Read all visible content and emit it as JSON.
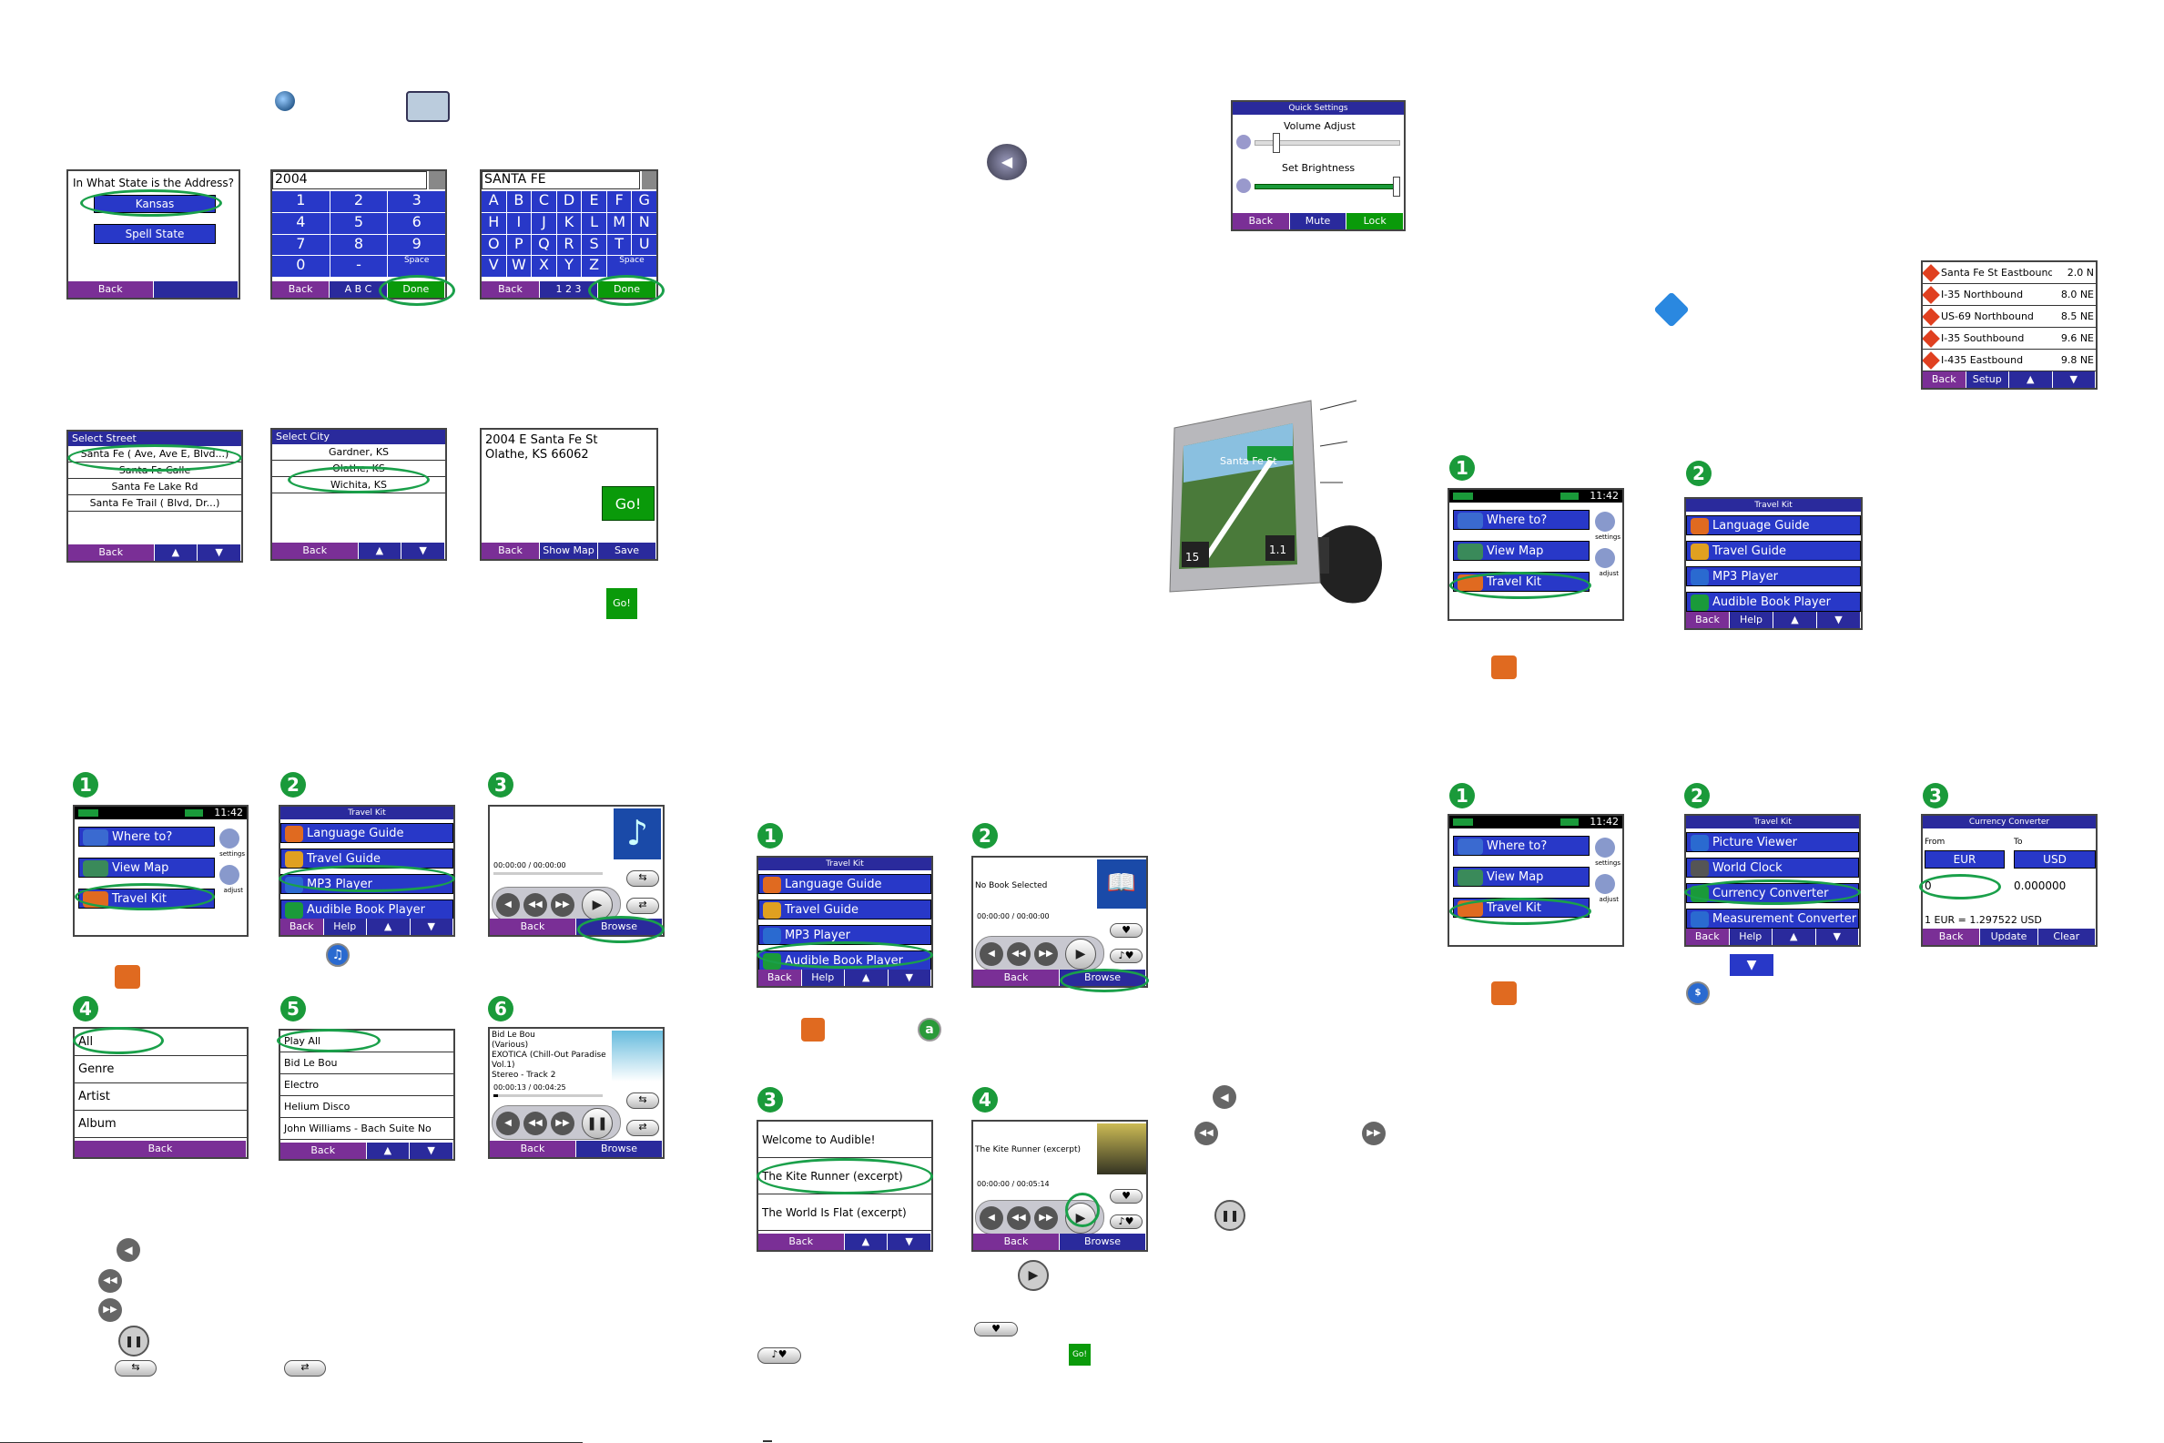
{
  "colors": {
    "blue_btn": "#2838c8",
    "purple": "#7a2f96",
    "green": "#0a9a0a",
    "oval": "#1aa04a"
  },
  "state": {
    "question": "In What State is the Address?",
    "sel": "Kansas",
    "spell": "Spell State",
    "back": "Back"
  },
  "numkb": {
    "value": "2004",
    "keys": [
      "1",
      "2",
      "3",
      "4",
      "5",
      "6",
      "7",
      "8",
      "9",
      "0",
      "-",
      "Space"
    ],
    "back": "Back",
    "abc": "A B C",
    "done": "Done"
  },
  "alphakb": {
    "value": "SANTA FE",
    "keys": [
      "A",
      "B",
      "C",
      "D",
      "E",
      "F",
      "G",
      "H",
      "I",
      "J",
      "K",
      "L",
      "M",
      "N",
      "O",
      "P",
      "Q",
      "R",
      "S",
      "T",
      "U",
      "V",
      "W",
      "X",
      "Y",
      "Z",
      "Space"
    ],
    "back": "Back",
    "num": "1 2 3",
    "done": "Done"
  },
  "street": {
    "title": "Select Street",
    "items": [
      "Santa Fe ( Ave, Ave E, Blvd...)",
      "Santa Fe Calle",
      "Santa Fe Lake Rd",
      "Santa Fe Trail ( Blvd, Dr...)"
    ],
    "back": "Back"
  },
  "city": {
    "title": "Select City",
    "items": [
      "Gardner, KS",
      "Olathe, KS",
      "Wichita, KS"
    ],
    "back": "Back"
  },
  "confirm": {
    "line1": "2004 E Santa Fe St",
    "line2": "Olathe, KS 66062",
    "go": "Go!",
    "back": "Back",
    "show": "Show Map",
    "save": "Save"
  },
  "go_small": "Go!",
  "menu": {
    "time": "11:42",
    "where": "Where to?",
    "view": "View Map",
    "kit": "Travel Kit",
    "settings": "settings",
    "adjust": "adjust"
  },
  "kit1": {
    "title": "Travel Kit",
    "items": [
      "Language Guide",
      "Travel Guide",
      "MP3 Player",
      "Audible Book Player"
    ],
    "back": "Back",
    "help": "Help"
  },
  "mp3": {
    "time": "00:00:00 / 00:00:00",
    "back": "Back",
    "browse": "Browse"
  },
  "browse": {
    "items": [
      "All",
      "Genre",
      "Artist",
      "Album"
    ],
    "back": "Back"
  },
  "songs": {
    "items": [
      "Play All",
      "Bid Le Bou",
      "Electro",
      "Helium Disco",
      "John Williams - Bach Suite No"
    ],
    "back": "Back"
  },
  "playing": {
    "lines": [
      "Bid Le Bou",
      "(Various)",
      "EXOTICA (Chill-Out Paradise",
      "Vol.1)",
      "Stereo - Track 2"
    ],
    "time": "00:00:13 / 00:04:25",
    "back": "Back",
    "browse": "Browse"
  },
  "audible1": {
    "title": "Travel Kit",
    "back": "Back",
    "help": "Help"
  },
  "audible2": {
    "text": "No Book Selected",
    "time": "00:00:00 / 00:00:00",
    "back": "Back",
    "browse": "Browse"
  },
  "audible3": {
    "items": [
      "Welcome to Audible!",
      "The Kite Runner (excerpt)",
      "The World Is Flat (excerpt)"
    ],
    "back": "Back"
  },
  "audible4": {
    "text": "The Kite Runner (excerpt)",
    "time": "00:00:00 / 00:05:14",
    "back": "Back",
    "browse": "Browse"
  },
  "quick": {
    "title": "Quick Settings",
    "vol": "Volume Adjust",
    "bright": "Set Brightness",
    "back": "Back",
    "mute": "Mute",
    "lock": "Lock"
  },
  "traffic": {
    "items": [
      [
        "Santa Fe St Eastbound",
        "2.0 N"
      ],
      [
        "I-35 Northbound",
        "8.0 NE"
      ],
      [
        "US-69 Northbound",
        "8.5 NE"
      ],
      [
        "I-35 Southbound",
        "9.6 NE"
      ],
      [
        "I-435 Eastbound",
        "9.8 NE"
      ]
    ],
    "back": "Back",
    "setup": "Setup"
  },
  "kit2": {
    "title": "Travel Kit",
    "items": [
      "Picture Viewer",
      "World Clock",
      "Currency Converter",
      "Measurement Converter"
    ],
    "back": "Back",
    "help": "Help"
  },
  "currency": {
    "title": "Currency Converter",
    "from": "From",
    "to": "To",
    "eur": "EUR",
    "usd": "USD",
    "in": "0",
    "out": "0.000000",
    "rate": "1 EUR = 1.297522 USD",
    "back": "Back",
    "update": "Update",
    "clear": "Clear"
  },
  "device": {
    "street": "Santa Fe St",
    "speed": "15",
    "dist": "1.1"
  },
  "nums": [
    "1",
    "2",
    "3",
    "4",
    "5",
    "6"
  ]
}
